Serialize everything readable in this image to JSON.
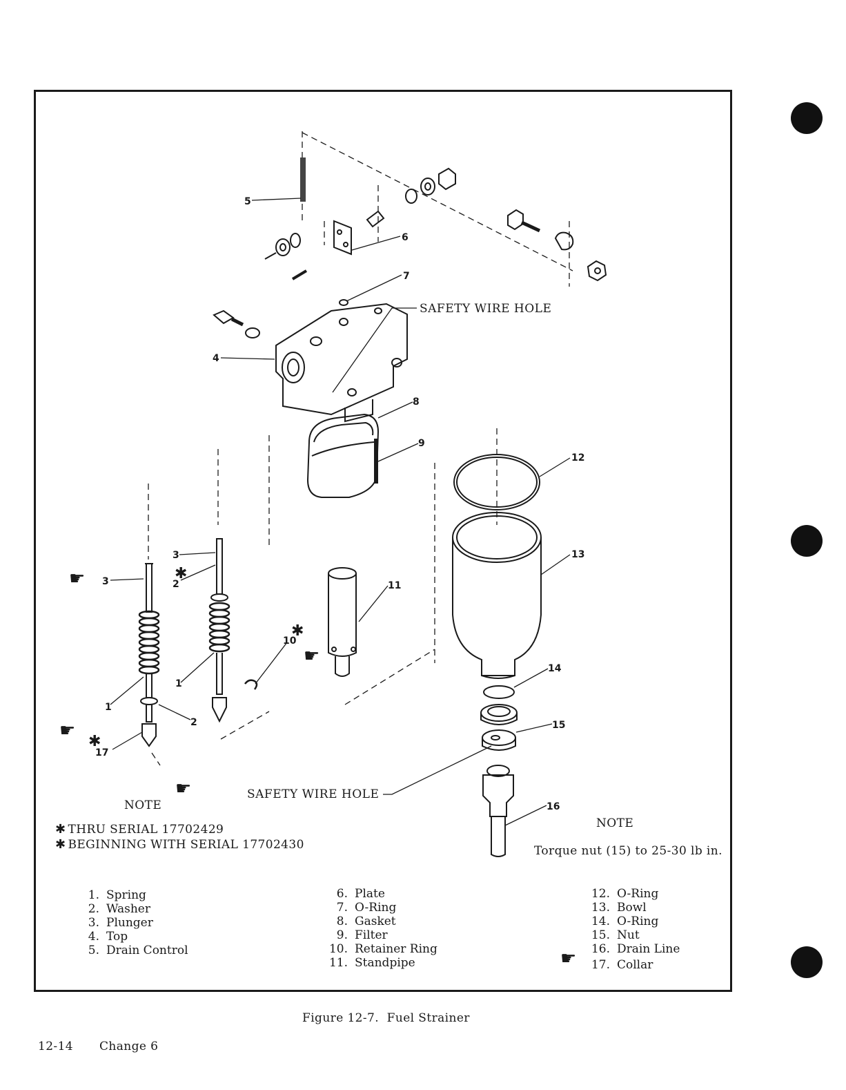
{
  "diagram": {
    "labels": [
      "1",
      "2",
      "3",
      "4",
      "5",
      "6",
      "7",
      "8",
      "9",
      "10",
      "11",
      "12",
      "13",
      "14",
      "15",
      "16",
      "17"
    ],
    "callouts": {
      "safety_wire_hole": "SAFETY WIRE HOLE"
    }
  },
  "notes": {
    "left_title": "NOTE",
    "left_lines": [
      "THRU SERIAL 17702429",
      "BEGINNING WITH SERIAL 17702430"
    ],
    "right_title": "NOTE",
    "right_text": "Torque nut (15) to 25-30 lb in."
  },
  "legend": {
    "col1": [
      {
        "num": "1.",
        "name": "Spring"
      },
      {
        "num": "2.",
        "name": "Washer"
      },
      {
        "num": "3.",
        "name": "Plunger"
      },
      {
        "num": "4.",
        "name": "Top"
      },
      {
        "num": "5.",
        "name": "Drain Control"
      }
    ],
    "col2": [
      {
        "num": "6.",
        "name": "Plate"
      },
      {
        "num": "7.",
        "name": "O-Ring"
      },
      {
        "num": "8.",
        "name": "Gasket"
      },
      {
        "num": "9.",
        "name": "Filter"
      },
      {
        "num": "10.",
        "name": "Retainer Ring"
      },
      {
        "num": "11.",
        "name": "Standpipe"
      }
    ],
    "col3": [
      {
        "num": "12.",
        "name": "O-Ring"
      },
      {
        "num": "13.",
        "name": "Bowl"
      },
      {
        "num": "14.",
        "name": "O-Ring"
      },
      {
        "num": "15.",
        "name": "Nut"
      },
      {
        "num": "16.",
        "name": "Drain Line"
      },
      {
        "num": "17.",
        "name": "Collar"
      }
    ]
  },
  "caption": "Figure 12-7.  Fuel Strainer",
  "footer": {
    "page": "12-14",
    "change": "Change 6"
  },
  "colors": {
    "ink": "#1a1a1a",
    "paper": "#ffffff"
  },
  "icons": [
    "star-icon",
    "pointing-hand-icon",
    "binder-hole-dot"
  ]
}
